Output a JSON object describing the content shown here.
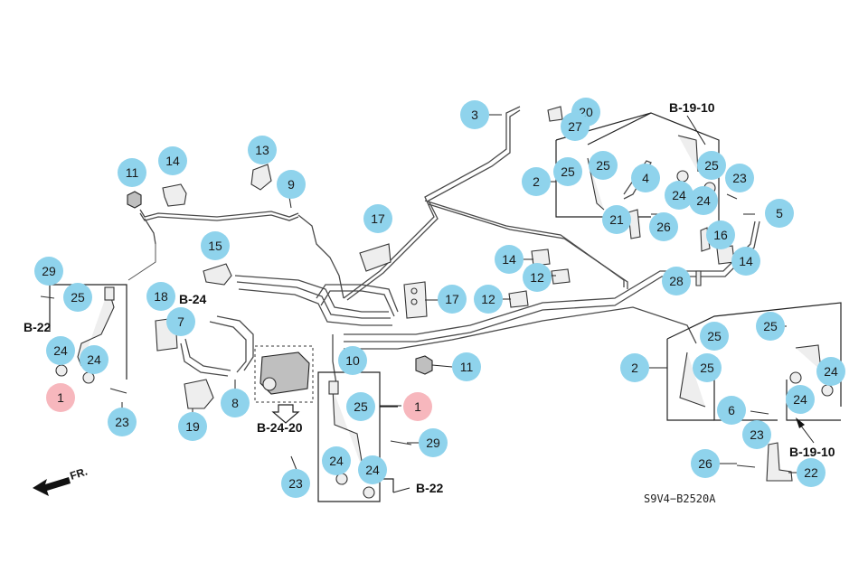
{
  "diagram": {
    "callouts": [
      {
        "id": "c1",
        "label": "3",
        "color": "blue"
      },
      {
        "id": "c2",
        "label": "20",
        "color": "blue"
      },
      {
        "id": "c3",
        "label": "27",
        "color": "blue"
      },
      {
        "id": "c4",
        "label": "25",
        "color": "blue"
      },
      {
        "id": "c5",
        "label": "25",
        "color": "blue"
      },
      {
        "id": "c6",
        "label": "4",
        "color": "blue"
      },
      {
        "id": "c7",
        "label": "2",
        "color": "blue"
      },
      {
        "id": "c8",
        "label": "21",
        "color": "blue"
      },
      {
        "id": "c9",
        "label": "26",
        "color": "blue"
      },
      {
        "id": "c10",
        "label": "25",
        "color": "blue"
      },
      {
        "id": "c11",
        "label": "24",
        "color": "blue"
      },
      {
        "id": "c12",
        "label": "24",
        "color": "blue"
      },
      {
        "id": "c13",
        "label": "23",
        "color": "blue"
      },
      {
        "id": "c14",
        "label": "5",
        "color": "blue"
      },
      {
        "id": "c15",
        "label": "16",
        "color": "blue"
      },
      {
        "id": "c16",
        "label": "14",
        "color": "blue"
      },
      {
        "id": "c17",
        "label": "28",
        "color": "blue"
      },
      {
        "id": "c18",
        "label": "11",
        "color": "blue"
      },
      {
        "id": "c19",
        "label": "14",
        "color": "blue"
      },
      {
        "id": "c20",
        "label": "13",
        "color": "blue"
      },
      {
        "id": "c21",
        "label": "9",
        "color": "blue"
      },
      {
        "id": "c22",
        "label": "17",
        "color": "blue"
      },
      {
        "id": "c23",
        "label": "15",
        "color": "blue"
      },
      {
        "id": "c24",
        "label": "14",
        "color": "blue"
      },
      {
        "id": "c25",
        "label": "12",
        "color": "blue"
      },
      {
        "id": "c26",
        "label": "12",
        "color": "blue"
      },
      {
        "id": "c27",
        "label": "17",
        "color": "blue"
      },
      {
        "id": "c28",
        "label": "29",
        "color": "blue"
      },
      {
        "id": "c29",
        "label": "25",
        "color": "blue"
      },
      {
        "id": "c30",
        "label": "18",
        "color": "blue"
      },
      {
        "id": "c31",
        "label": "7",
        "color": "blue"
      },
      {
        "id": "c32",
        "label": "24",
        "color": "blue"
      },
      {
        "id": "c33",
        "label": "24",
        "color": "blue"
      },
      {
        "id": "c34",
        "label": "1",
        "color": "pink"
      },
      {
        "id": "c35",
        "label": "23",
        "color": "blue"
      },
      {
        "id": "c36",
        "label": "8",
        "color": "blue"
      },
      {
        "id": "c37",
        "label": "19",
        "color": "blue"
      },
      {
        "id": "c38",
        "label": "10",
        "color": "blue"
      },
      {
        "id": "c39",
        "label": "11",
        "color": "blue"
      },
      {
        "id": "c40",
        "label": "25",
        "color": "blue"
      },
      {
        "id": "c41",
        "label": "1",
        "color": "pink"
      },
      {
        "id": "c42",
        "label": "29",
        "color": "blue"
      },
      {
        "id": "c43",
        "label": "24",
        "color": "blue"
      },
      {
        "id": "c44",
        "label": "24",
        "color": "blue"
      },
      {
        "id": "c45",
        "label": "23",
        "color": "blue"
      },
      {
        "id": "c46",
        "label": "25",
        "color": "blue"
      },
      {
        "id": "c47",
        "label": "25",
        "color": "blue"
      },
      {
        "id": "c48",
        "label": "25",
        "color": "blue"
      },
      {
        "id": "c49",
        "label": "2",
        "color": "blue"
      },
      {
        "id": "c50",
        "label": "6",
        "color": "blue"
      },
      {
        "id": "c51",
        "label": "23",
        "color": "blue"
      },
      {
        "id": "c52",
        "label": "24",
        "color": "blue"
      },
      {
        "id": "c53",
        "label": "24",
        "color": "blue"
      },
      {
        "id": "c54",
        "label": "26",
        "color": "blue"
      },
      {
        "id": "c55",
        "label": "22",
        "color": "blue"
      }
    ],
    "refs": {
      "b19_10_top": "B-19-10",
      "b24": "B-24",
      "b22_left": "B-22",
      "b24_20": "B-24-20",
      "b22_bottom": "B-22",
      "b19_10_bottom": "B-19-10"
    },
    "direction_label": "FR.",
    "code": "S9V4−B2520A",
    "colors": {
      "callout_blue": "#8fd3ec",
      "callout_pink": "#f7b7bd",
      "line": "#333333"
    }
  }
}
